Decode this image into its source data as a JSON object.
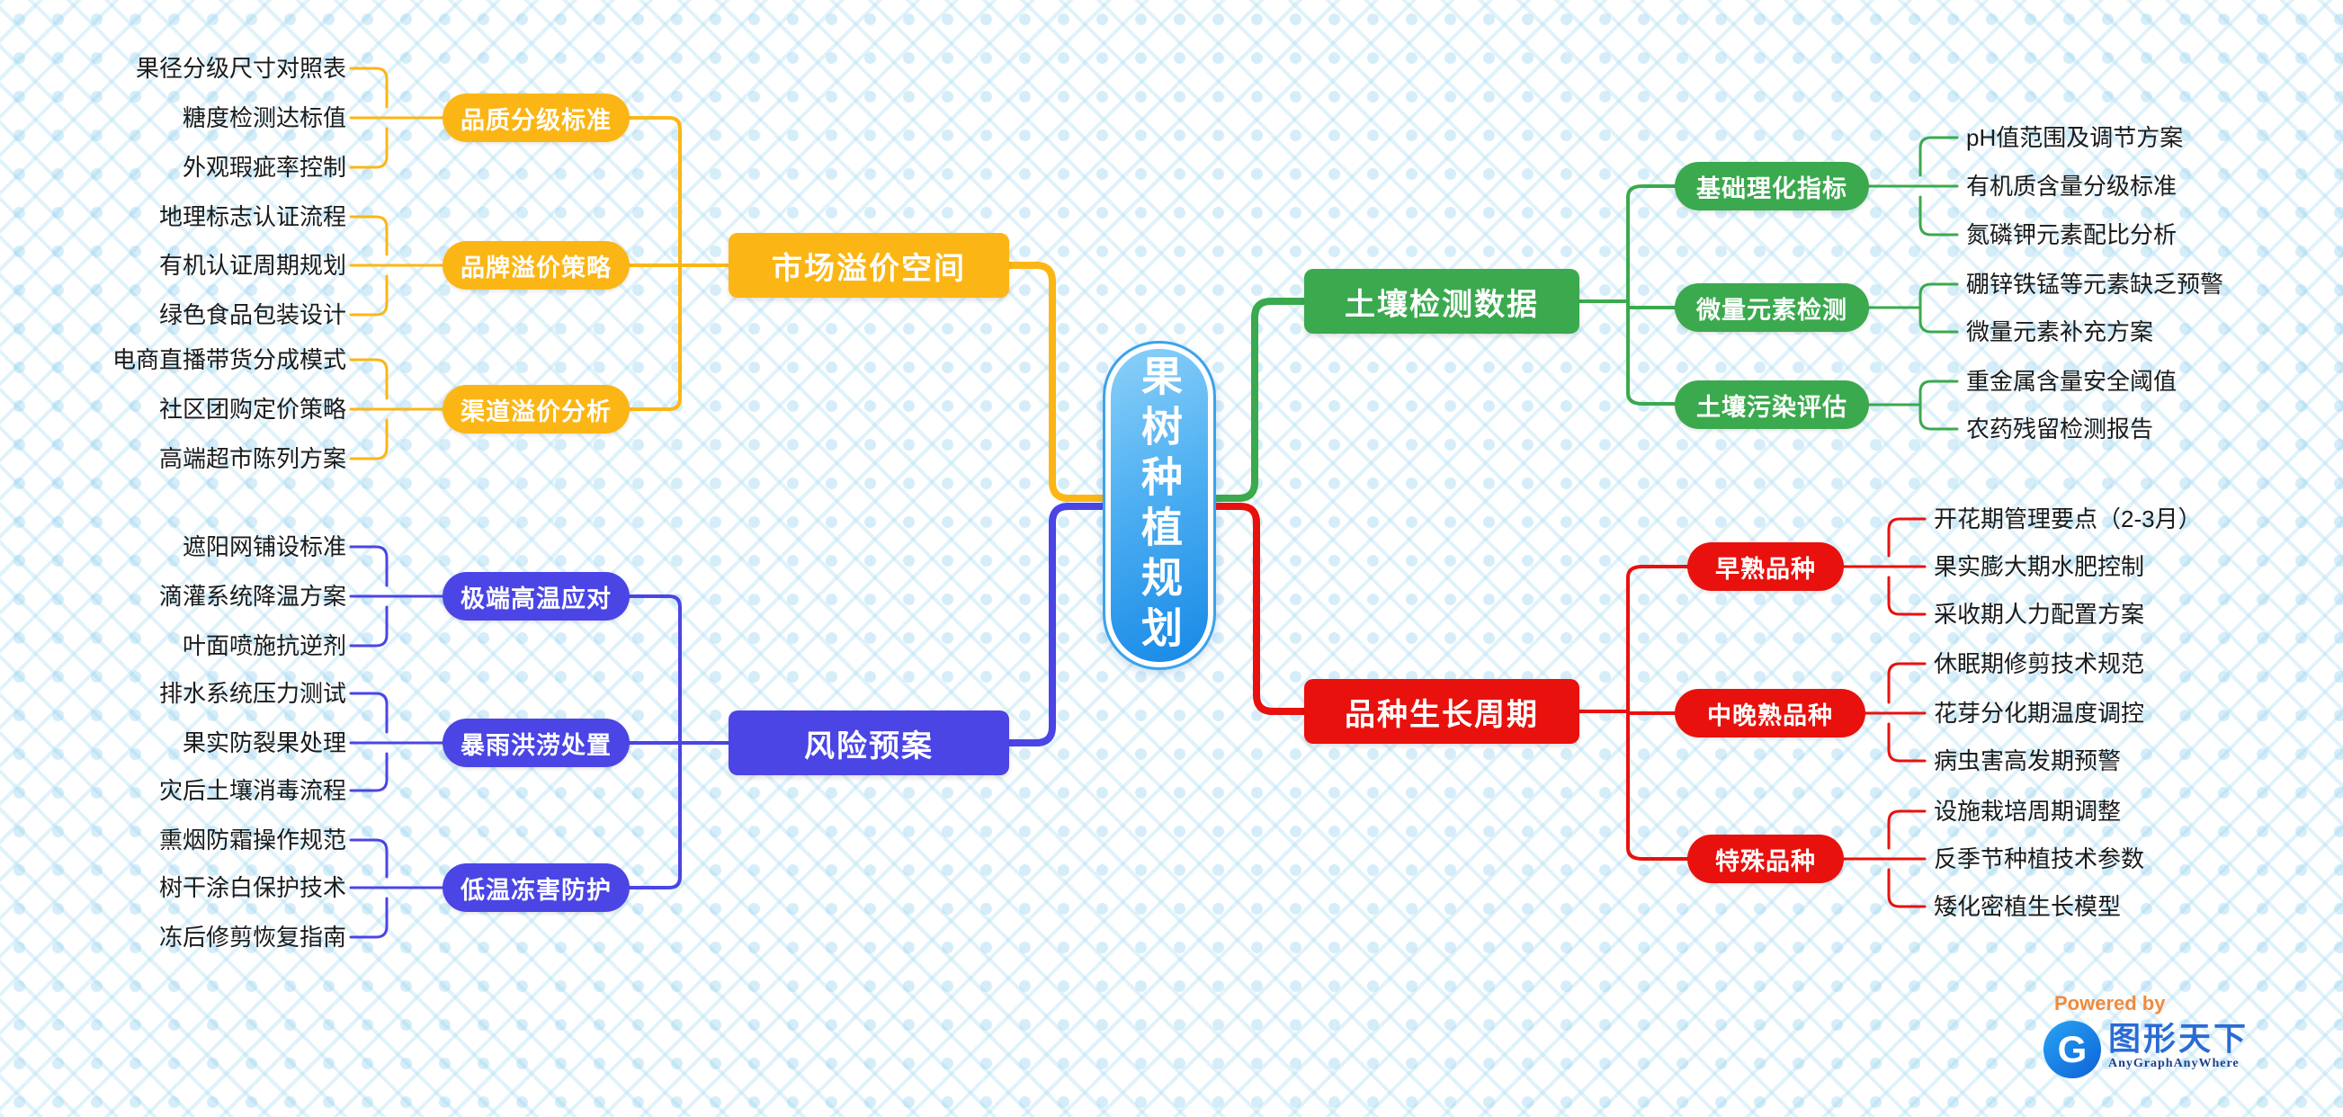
{
  "root": {
    "label": "果树种植规划"
  },
  "colors": {
    "yellow": "#fbb615",
    "blue": "#4b45e5",
    "green": "#3ba94e",
    "red": "#e8110d",
    "root_blue": "#1487e6",
    "root_border": "#3ba3ec"
  },
  "branches": [
    {
      "label": "市场溢价空间",
      "groups": [
        {
          "label": "品质分级标准",
          "leaves": [
            "果径分级尺寸对照表",
            "糖度检测达标值",
            "外观瑕疵率控制"
          ]
        },
        {
          "label": "品牌溢价策略",
          "leaves": [
            "地理标志认证流程",
            "有机认证周期规划",
            "绿色食品包装设计"
          ]
        },
        {
          "label": "渠道溢价分析",
          "leaves": [
            "电商直播带货分成模式",
            "社区团购定价策略",
            "高端超市陈列方案"
          ]
        }
      ]
    },
    {
      "label": "风险预案",
      "groups": [
        {
          "label": "极端高温应对",
          "leaves": [
            "遮阳网铺设标准",
            "滴灌系统降温方案",
            "叶面喷施抗逆剂"
          ]
        },
        {
          "label": "暴雨洪涝处置",
          "leaves": [
            "排水系统压力测试",
            "果实防裂果处理",
            "灾后土壤消毒流程"
          ]
        },
        {
          "label": "低温冻害防护",
          "leaves": [
            "熏烟防霜操作规范",
            "树干涂白保护技术",
            "冻后修剪恢复指南"
          ]
        }
      ]
    },
    {
      "label": "土壤检测数据",
      "groups": [
        {
          "label": "基础理化指标",
          "leaves": [
            "pH值范围及调节方案",
            "有机质含量分级标准",
            "氮磷钾元素配比分析"
          ]
        },
        {
          "label": "微量元素检测",
          "leaves": [
            "硼锌铁锰等元素缺乏预警",
            "微量元素补充方案"
          ]
        },
        {
          "label": "土壤污染评估",
          "leaves": [
            "重金属含量安全阈值",
            "农药残留检测报告"
          ]
        }
      ]
    },
    {
      "label": "品种生长周期",
      "groups": [
        {
          "label": "早熟品种",
          "leaves": [
            "开花期管理要点（2-3月）",
            "果实膨大期水肥控制",
            "采收期人力配置方案"
          ]
        },
        {
          "label": "中晚熟品种",
          "leaves": [
            "休眠期修剪技术规范",
            "花芽分化期温度调控",
            "病虫害高发期预警"
          ]
        },
        {
          "label": "特殊品种",
          "leaves": [
            "设施栽培周期调整",
            "反季节种植技术参数",
            "矮化密植生长模型"
          ]
        }
      ]
    }
  ],
  "watermark": {
    "powered_by": "Powered by",
    "logo_letter": "G",
    "brand": "图形天下",
    "tagline": "AnyGraphAnyWhere"
  }
}
